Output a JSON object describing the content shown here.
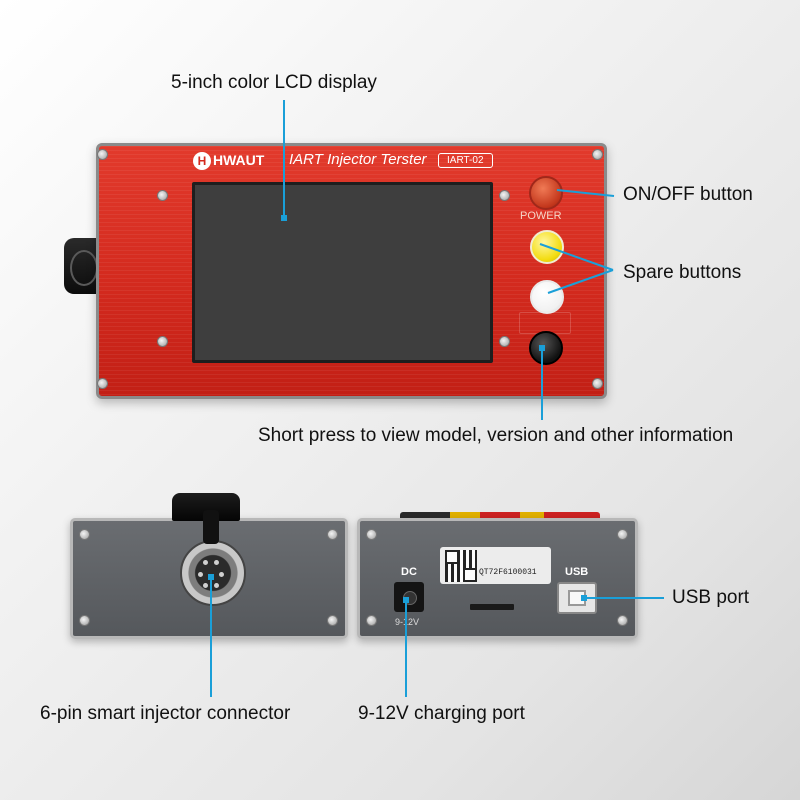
{
  "labels": {
    "lcd": "5-inch color LCD display",
    "onoff": "ON/OFF button",
    "spare": "Spare buttons",
    "info": "Short press to view model, version and other information",
    "connector": "6-pin smart injector connector",
    "charging": "9-12V charging port",
    "usb": "USB port"
  },
  "device": {
    "brand_initial": "H",
    "brand": "HWAUT",
    "product": "IART Injector Terster",
    "model": "IART-02",
    "power_label": "POWER"
  },
  "rear": {
    "dc_label": "DC",
    "voltage": "9-12V",
    "usb_label": "USB",
    "serial": "QT72F6100031"
  },
  "colors": {
    "callout": "#1a9fd8",
    "body_red": "#d32a1e",
    "panel_gray": "#5f6266"
  }
}
